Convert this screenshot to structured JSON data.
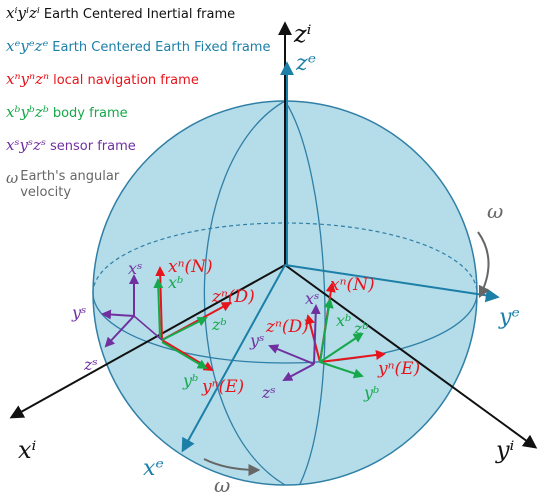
{
  "legend": {
    "inertial": {
      "symbol": "xⁱyⁱzⁱ",
      "text": "Earth Centered Inertial frame"
    },
    "ecef": {
      "symbol": "xᵉyᵉzᵉ",
      "text": "Earth Centered Earth Fixed frame"
    },
    "nav": {
      "symbol": "xⁿyⁿzⁿ",
      "text": "local navigation frame"
    },
    "body": {
      "symbol": "xᵇyᵇzᵇ",
      "text": "body frame"
    },
    "sensor": {
      "symbol": "xˢyˢzˢ",
      "text": "sensor frame"
    },
    "omega": {
      "symbol": "ω",
      "text": "Earth's angular velocity"
    }
  },
  "axes": {
    "zi": "zⁱ",
    "ze": "zᵉ",
    "xi": "xⁱ",
    "yi": "yⁱ",
    "xe": "xᵉ",
    "ye": "yᵉ",
    "omega_right": "ω",
    "omega_bottom": "ω"
  },
  "frame_left": {
    "nav_x": "xⁿ(N)",
    "nav_y": "yⁿ(E)",
    "nav_z": "zⁿ(D)",
    "body_x": "xᵇ",
    "body_y": "yᵇ",
    "body_z": "zᵇ",
    "sensor_x": "xˢ",
    "sensor_y": "yˢ",
    "sensor_z": "zˢ"
  },
  "frame_right": {
    "nav_x": "xⁿ(N)",
    "nav_y": "yⁿ(E)",
    "nav_z": "zⁿ(D)",
    "body_x": "xᵇ",
    "body_y": "yᵇ",
    "body_z": "zᵇ",
    "sensor_x": "xˢ",
    "sensor_y": "yˢ",
    "sensor_z": "zˢ"
  },
  "colors": {
    "inertial": "#111111",
    "ecef": "#1b7fa8",
    "nav": "#e8141b",
    "body": "#16a84a",
    "sensor": "#7030a0",
    "omega": "#666666",
    "sphere_fill": "#b4dce9",
    "sphere_stroke": "#2f7fa6"
  }
}
